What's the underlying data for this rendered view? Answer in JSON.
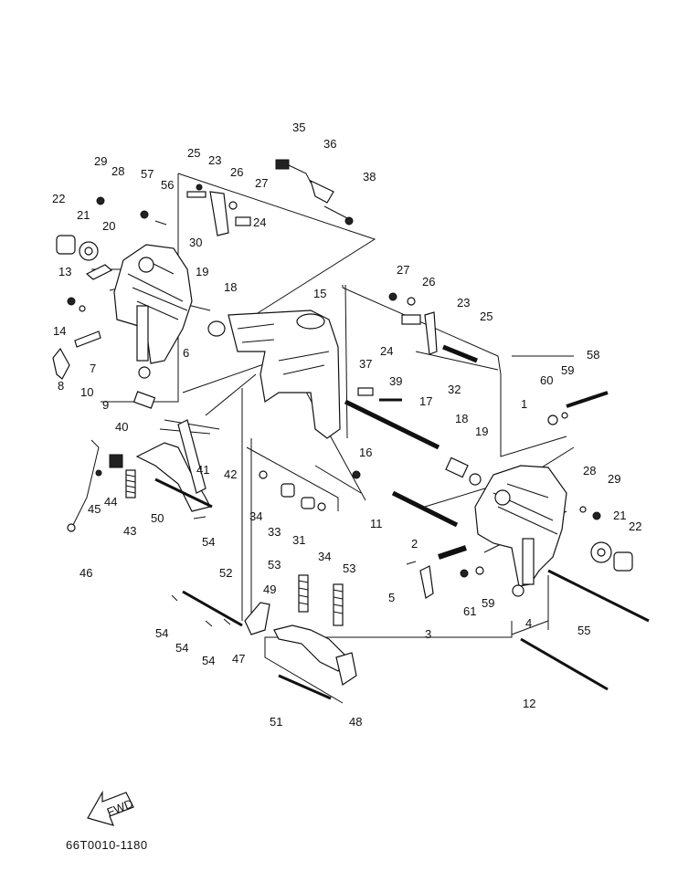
{
  "drawing_code": "66T0010-1180",
  "fwd_label": "FWD",
  "callouts": [
    "35",
    "36",
    "38",
    "29",
    "28",
    "57",
    "56",
    "25",
    "23",
    "26",
    "27",
    "24",
    "30",
    "22",
    "21",
    "20",
    "13",
    "14",
    "7",
    "8",
    "10",
    "9",
    "19",
    "18",
    "6",
    "15",
    "27",
    "26",
    "23",
    "25",
    "24",
    "37",
    "39",
    "32",
    "1",
    "58",
    "60",
    "59",
    "40",
    "41",
    "42",
    "44",
    "45",
    "43",
    "50",
    "54",
    "46",
    "17",
    "18",
    "19",
    "16",
    "34",
    "33",
    "31",
    "34",
    "11",
    "28",
    "29",
    "21",
    "22",
    "2",
    "5",
    "3",
    "61",
    "59",
    "4",
    "55",
    "12",
    "53",
    "53",
    "52",
    "49",
    "54",
    "54",
    "54",
    "47",
    "51",
    "48"
  ]
}
